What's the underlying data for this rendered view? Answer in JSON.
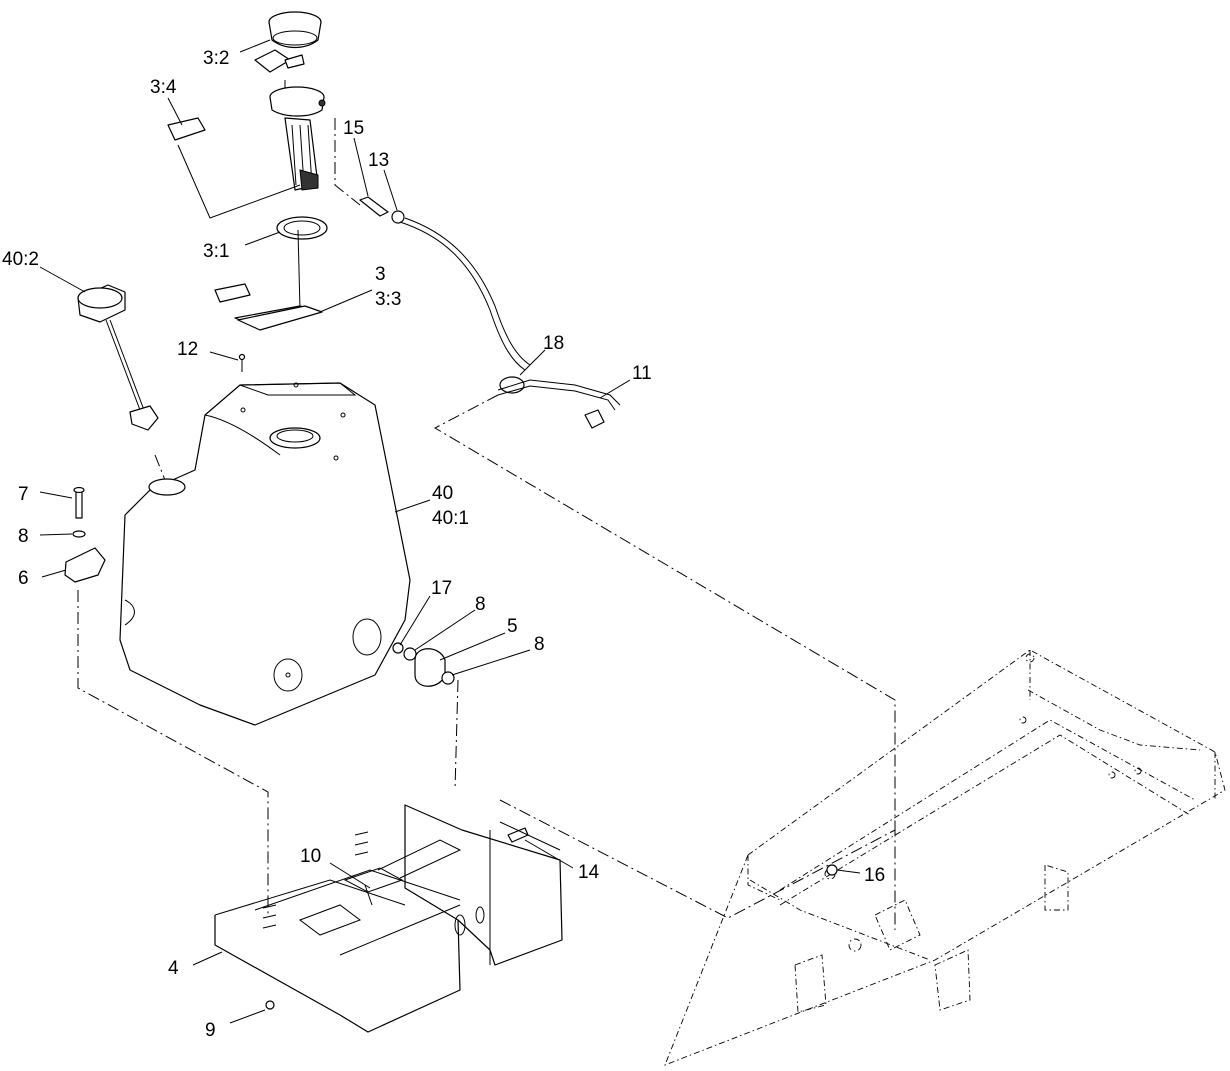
{
  "callouts": {
    "c3_2": "3:2",
    "c3_4": "3:4",
    "c15": "15",
    "c13": "13",
    "c3_1": "3:1",
    "c40_2": "40:2",
    "c3": "3",
    "c3_3": "3:3",
    "c12": "12",
    "c18": "18",
    "c11": "11",
    "c7": "7",
    "c40": "40",
    "c40_1": "40:1",
    "c8a": "8",
    "c6": "6",
    "c17": "17",
    "c8b": "8",
    "c5": "5",
    "c8c": "8",
    "c10": "10",
    "c14": "14",
    "c16": "16",
    "c4": "4",
    "c9": "9"
  }
}
